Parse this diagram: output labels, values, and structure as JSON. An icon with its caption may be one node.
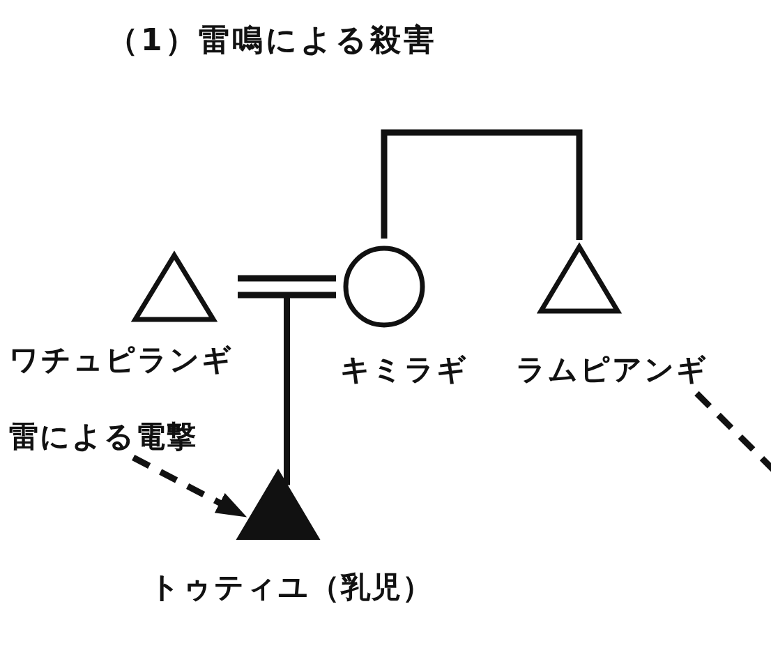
{
  "diagram": {
    "title": "（1）雷鳴による殺害",
    "nodes": [
      {
        "text": [
          "ワチュピランギ"
        ]
      },
      {
        "text": [
          "キミラギ"
        ]
      },
      {
        "text": [
          "ラムピアンギ"
        ]
      },
      {
        "text": [
          "雷による電撃"
        ]
      },
      {
        "text": [
          "トゥティユ（乳児）"
        ]
      }
    ],
    "edges": [
      {
        "from": 0,
        "to": 1,
        "arrow": "none"
      },
      {
        "from": 0,
        "to": 4,
        "arrow": "none"
      },
      {
        "from": 1,
        "to": 4,
        "arrow": "none"
      },
      {
        "from": 1,
        "to": 2,
        "arrow": "none"
      },
      {
        "from": 3,
        "to": 4,
        "arrow": "to",
        "style": "dashed"
      },
      {
        "from": 2,
        "to": null,
        "arrow": "none",
        "style": "dashed"
      }
    ]
  }
}
